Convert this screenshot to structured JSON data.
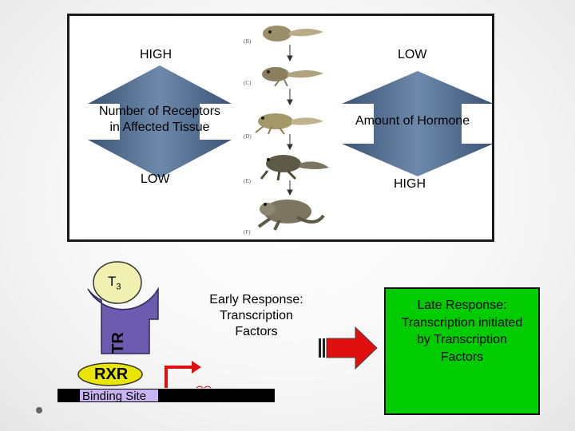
{
  "panel": {
    "receptors_high": "HIGH",
    "receptors_low": "LOW",
    "receptors_label": [
      "Number of Receptors",
      "in Affected Tissue"
    ],
    "hormone_low": "LOW",
    "hormone_high": "HIGH",
    "hormone_label": "Amount of Hormone",
    "stage_labels": [
      "(B)",
      "(C)",
      "(D)",
      "(E)",
      "(F)"
    ]
  },
  "mechanism": {
    "hormone": "T",
    "hormone_subscript": "3",
    "receptor": "TR",
    "partner": "RXR",
    "binding_site": "Binding Site",
    "early_response": [
      "Early Response:",
      "Transcription",
      "Factors"
    ],
    "late_response": [
      "Late Response:",
      "Transcription initiated",
      "by Transcription",
      "Factors"
    ]
  },
  "colors": {
    "arrow_blue": "#4f6b8f",
    "receptor_purple": "#6d5bb0",
    "hormone_yellow": "#f0f0b0",
    "rxr_yellow": "#e8e600",
    "binding_lavender": "#c8b4f0",
    "late_green": "#00cc00",
    "signal_red": "#e01010"
  }
}
